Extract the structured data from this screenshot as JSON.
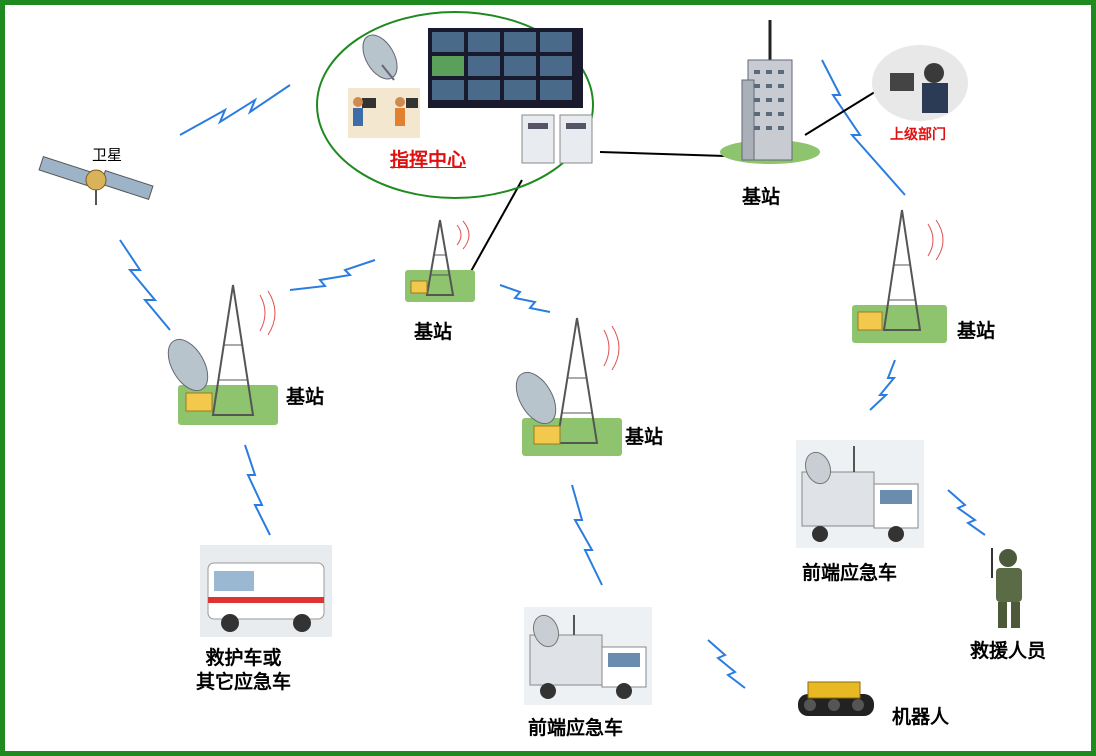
{
  "colors": {
    "border": "#1f8a1f",
    "link_wireless": "#2a7de0",
    "link_wired": "#000000",
    "ellipse": "#1f8a1f",
    "highlight_text": "#e01010"
  },
  "nodes": {
    "satellite": {
      "label": "卫星",
      "icon": "satellite-icon"
    },
    "command_center": {
      "label": "指挥中心",
      "icon": "video-wall-icon"
    },
    "tower_top": {
      "label": "基站",
      "icon": "office-tower-icon"
    },
    "superior": {
      "label": "上级部门",
      "icon": "operator-icon"
    },
    "bs_center": {
      "label": "基站",
      "icon": "cell-tower-icon"
    },
    "bs_left": {
      "label": "基站",
      "icon": "cell-tower-dish-icon"
    },
    "bs_mid": {
      "label": "基站",
      "icon": "cell-tower-dish-icon"
    },
    "bs_right": {
      "label": "基站",
      "icon": "cell-tower-icon"
    },
    "ambulance": {
      "label_line1": "救护车或",
      "label_line2": "其它应急车",
      "icon": "ambulance-icon"
    },
    "truck_bottom": {
      "label": "前端应急车",
      "icon": "emergency-truck-icon"
    },
    "truck_right": {
      "label": "前端应急车",
      "icon": "emergency-truck-icon"
    },
    "rescuer": {
      "label": "救援人员",
      "icon": "soldier-icon"
    },
    "robot": {
      "label": "机器人",
      "icon": "robot-icon"
    }
  }
}
